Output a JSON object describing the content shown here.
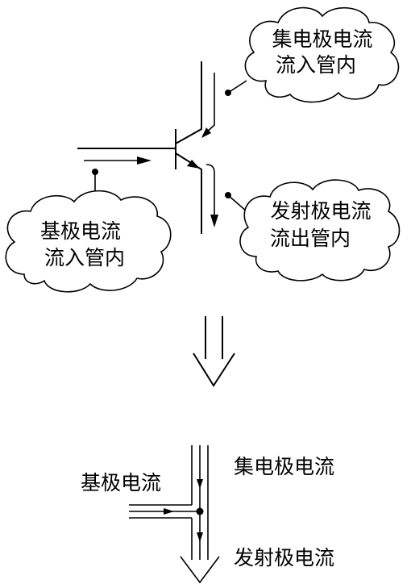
{
  "transistor_diagram": {
    "collector_callout": {
      "line1": "集电极电流",
      "line2": "流入管内"
    },
    "base_callout": {
      "line1": "基极电流",
      "line2": "流入管内"
    },
    "emitter_callout": {
      "line1": "发射极电流",
      "line2": "流出管内"
    }
  },
  "current_model": {
    "collector_label": "集电极电流",
    "base_label": "基极电流",
    "emitter_label": "发射极电流"
  },
  "colors": {
    "line": "#000000",
    "background": "#ffffff"
  }
}
